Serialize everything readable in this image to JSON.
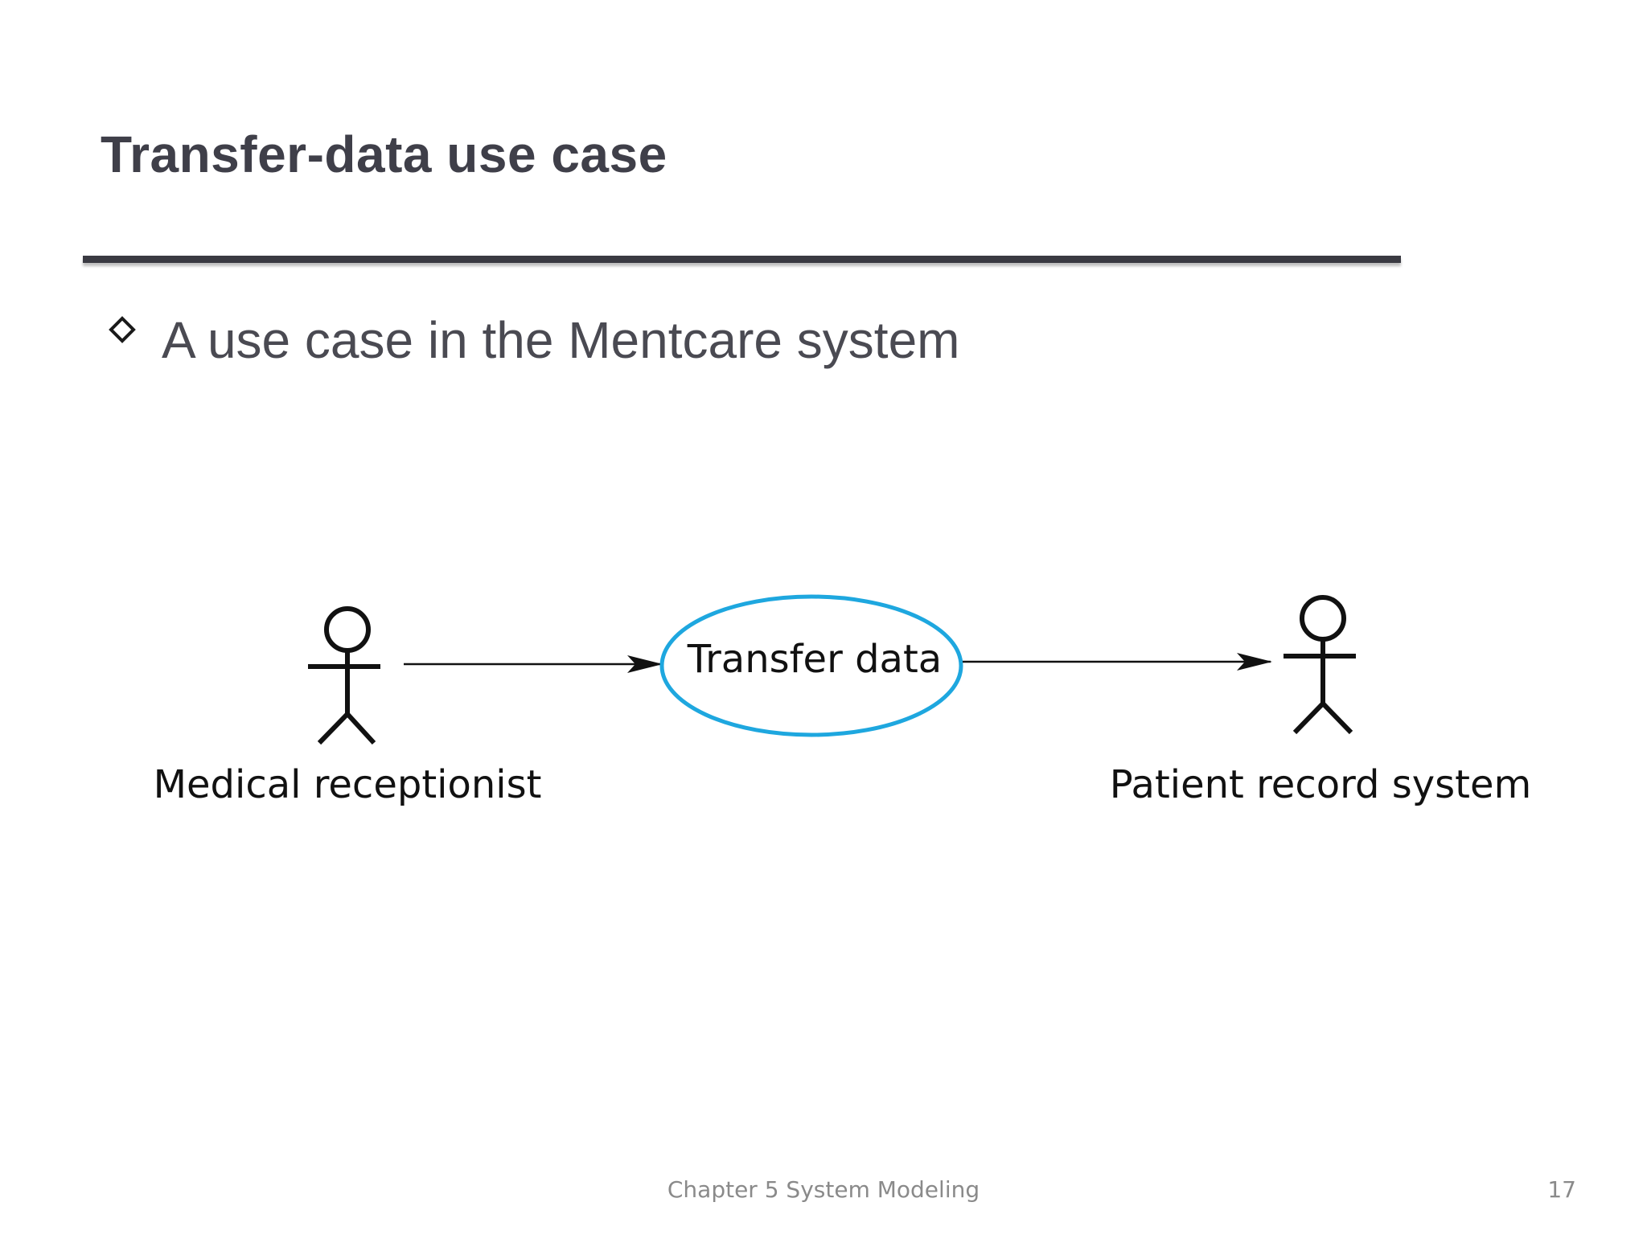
{
  "slide": {
    "title": "Transfer-data use case",
    "bullet": "A use case in the Mentcare system"
  },
  "diagram": {
    "actors": [
      {
        "label": "Medical receptionist"
      },
      {
        "label": "Patient record system"
      }
    ],
    "use_case": {
      "label": "Transfer data",
      "border_color": "#1ea7df"
    }
  },
  "footer": {
    "chapter": "Chapter 5 System Modeling",
    "page_number": "17"
  }
}
